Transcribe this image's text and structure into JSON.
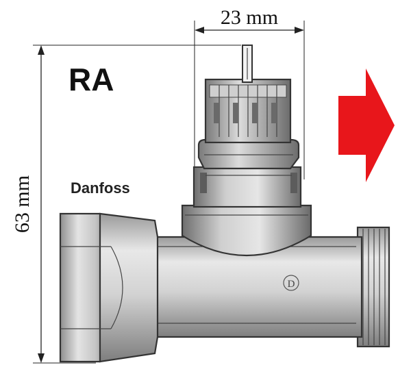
{
  "title": "RA",
  "brand": "Danfoss",
  "dimensions": {
    "width_label": "23 mm",
    "height_label": "63 mm"
  },
  "valve_mark": "D",
  "colors": {
    "arrow": "#e8161b",
    "body_light": "#e6e6e6",
    "body_mid": "#bdbdbd",
    "body_dark": "#8a8a8a",
    "ink": "#222222"
  },
  "icons": {
    "direction": "arrow-right-icon"
  }
}
